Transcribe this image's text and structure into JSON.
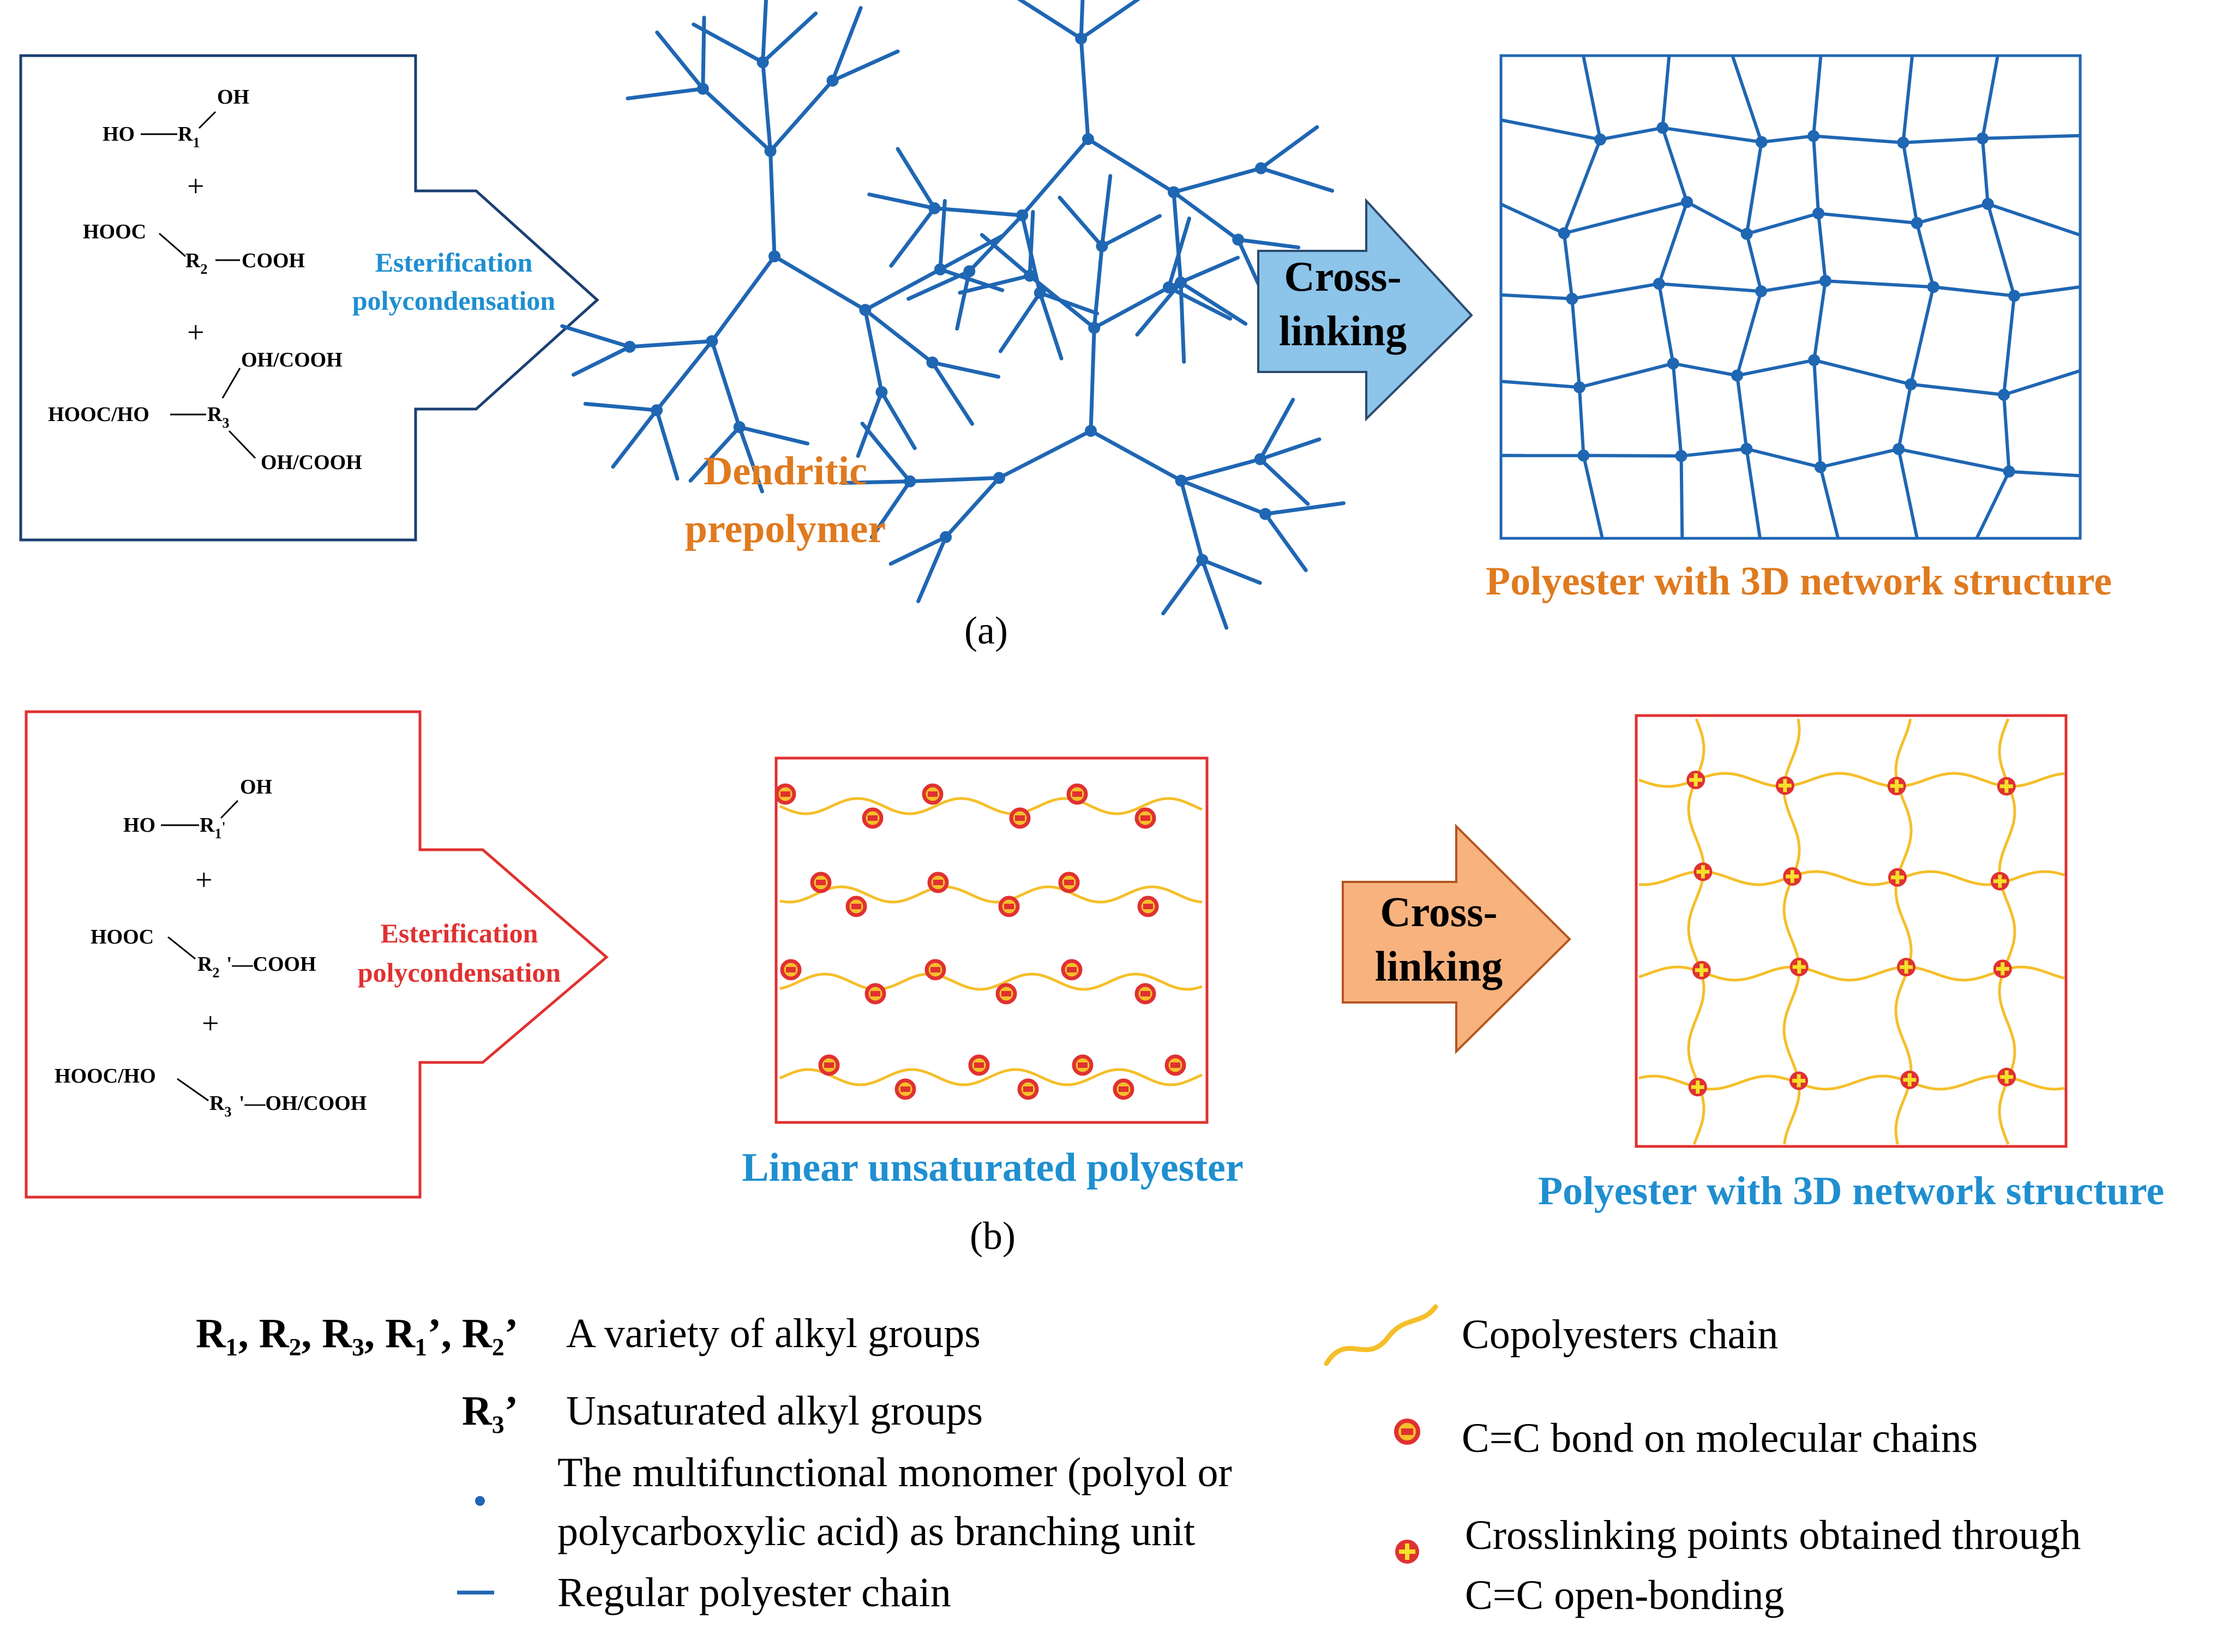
{
  "panel_a": {
    "reactants": {
      "r1_oh_top": "OH",
      "r1_ho": "HO",
      "r1_label": "R",
      "r1_sub": "1",
      "plus1": "+",
      "r2_hooc": "HOOC",
      "r2_label": "R",
      "r2_sub": "2",
      "r2_cooh": "COOH",
      "plus2": "+",
      "r3_top": "OH/COOH",
      "r3_left": "HOOC/HO",
      "r3_label": "R",
      "r3_sub": "3",
      "r3_bottom": "OH/COOH"
    },
    "reaction_line1": "Esterification",
    "reaction_line2": "polycondensation",
    "intermediate_line1": "Dendritic",
    "intermediate_line2": "prepolymer",
    "crosslink_line1": "Cross-",
    "crosslink_line2": "linking",
    "product": "Polyester with 3D network structure",
    "label": "(a)",
    "color": "#1f66b3"
  },
  "panel_b": {
    "reactants": {
      "r1_oh_top": "OH",
      "r1_ho": "HO",
      "r1_label": "R",
      "r1_sub": "1",
      "r1_prime": "'",
      "plus1": "+",
      "r2_hooc": "HOOC",
      "r2_label": "R",
      "r2_sub": "2",
      "r2_cooh": "'—COOH",
      "plus2": "+",
      "r3_left": "HOOC/HO",
      "r3_label": "R",
      "r3_sub": "3",
      "r3_right": "'—OH/COOH"
    },
    "reaction_line1": "Esterification",
    "reaction_line2": "polycondensation",
    "intermediate": "Linear unsaturated polyester",
    "crosslink_line1": "Cross-",
    "crosslink_line2": "linking",
    "product": "Polyester with 3D network structure",
    "label": "(b)",
    "color": "#e03131"
  },
  "legend": {
    "alkyl_symbol": "R₁, R₂, R₃, R₁’, R₂’",
    "alkyl_text": "A variety of alkyl groups",
    "unsat_symbol": "R₃’",
    "unsat_text": "Unsaturated alkyl groups",
    "branch_text_line1": "The multifunctional monomer (polyol or",
    "branch_text_line2": "polycarboxylic acid) as branching unit",
    "chain_text": "Regular polyester chain",
    "copoly_text": "Copolyesters chain",
    "cc_text": "C=C bond on molecular chains",
    "xlink_text_line1": "Crosslinking points obtained through",
    "xlink_text_line2": "C=C open-bonding"
  },
  "colors": {
    "blue_network": "#1f66b3",
    "blue_text": "#1f8fd0",
    "orange_text": "#e07a1f",
    "red": "#e03131",
    "chain_yellow": "#f5bf2a",
    "arrow_blue": "#8cc4ea",
    "arrow_orange": "#f7b27e"
  },
  "icons": [
    "branching-unit-dot-icon",
    "cc-bond-icon",
    "crosslink-point-icon"
  ]
}
